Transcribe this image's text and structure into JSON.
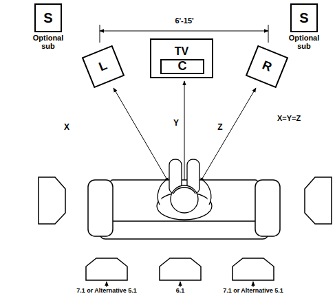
{
  "diagram": {
    "nodes": [
      {
        "text": [
          "S",
          "Optional sub"
        ]
      },
      {
        "text": [
          "TV"
        ]
      },
      {
        "text": [
          "C"
        ],
        "in": 1
      },
      {
        "text": [
          "S",
          "Optional sub"
        ]
      },
      {
        "text": [
          "L"
        ]
      },
      {
        "text": [
          "R"
        ]
      }
    ],
    "labels": [
      "6'-15'",
      "X",
      "Y",
      "Z",
      "X=Y=Z",
      "7.1 or Alternative 5.1",
      "6.1",
      "7.1 or Alternative 5.1"
    ]
  }
}
